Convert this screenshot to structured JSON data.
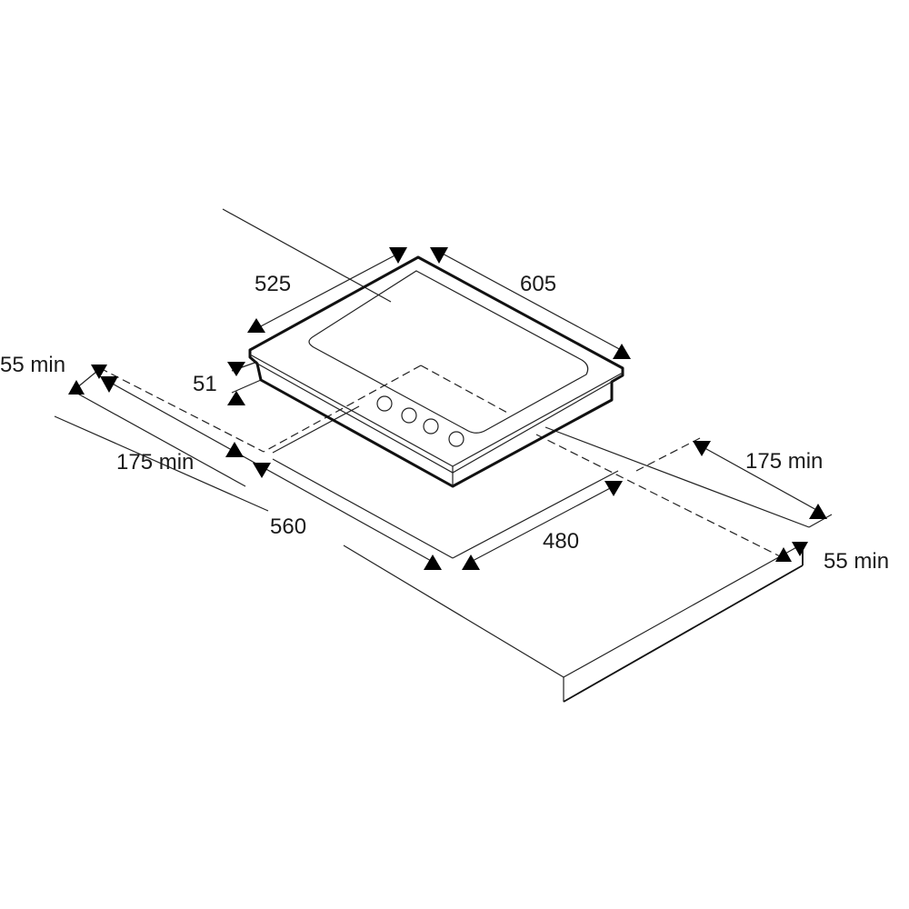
{
  "diagram": {
    "title": "Built-in hob installation dimensions",
    "dimensions": {
      "hob_depth": "525",
      "hob_width": "605",
      "hob_height": "51",
      "left_side_clearance": "55 min",
      "left_rear_clearance": "175 min",
      "cutout_width": "560",
      "cutout_depth": "480",
      "right_rear_clearance": "175 min",
      "front_clearance": "55 min"
    },
    "hob": {
      "knob_count": 4
    }
  }
}
